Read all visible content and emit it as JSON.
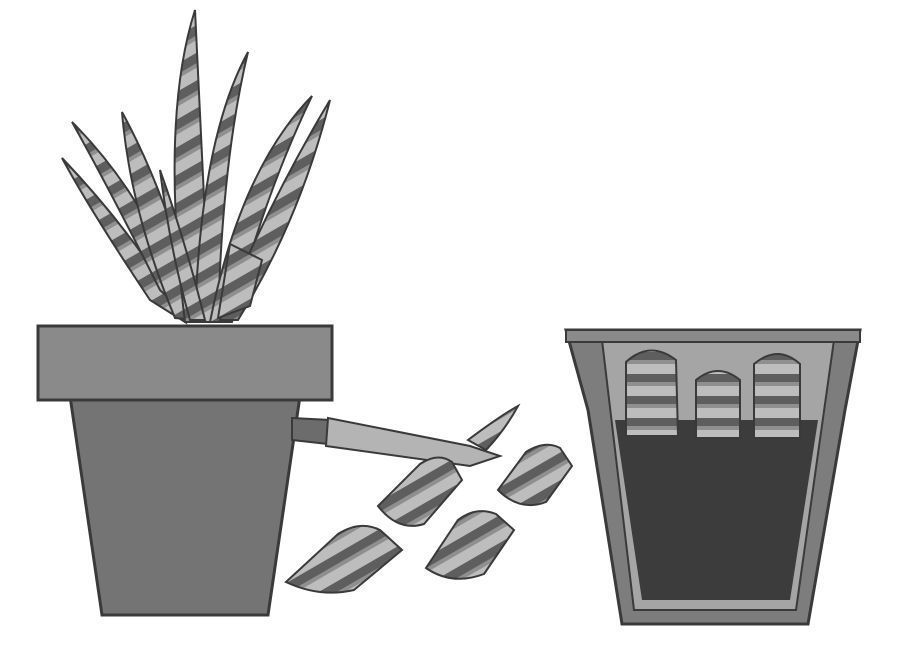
{
  "colors": {
    "background": "#ffffff",
    "pot_rim": "#8a8a8a",
    "pot_body": "#747474",
    "outline": "#3a3a3a",
    "leaf_light": "#bdbdbd",
    "leaf_dark": "#5e5e5e",
    "leaf_mid": "#8f8f8f",
    "blade": "#b4b4b4",
    "handle": "#6c6c6c",
    "soil": "#3c3c3c",
    "cut_pot_outer": "#7d7d7d",
    "cut_pot_inner": "#a5a5a5"
  },
  "scene": {
    "description_icons": [
      "snake-plant-in-pot",
      "knife",
      "leaf-cuttings",
      "cuttings-planted-in-soil-pot"
    ],
    "cut_segment_count": 5,
    "planted_cutting_count": 3
  }
}
